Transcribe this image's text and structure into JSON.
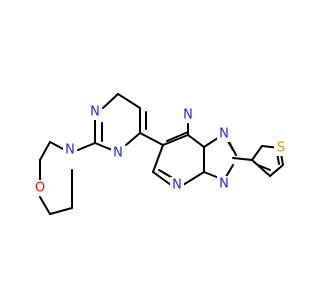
{
  "molecule": {
    "atom_labels": {
      "morpholine_o": "O",
      "morpholine_n": "N",
      "pyrimidine_n1": "N",
      "pyrimidine_n3": "N",
      "bridge_n": "N",
      "triazole_n2": "N",
      "triazole_n4": "N",
      "pyrimidine_fused_n": "N",
      "thiophene_s": "S"
    },
    "colors": {
      "nitrogen": "#2828d8",
      "oxygen": "#e01010",
      "sulfur": "#c8a000",
      "bond": "#000000"
    }
  }
}
